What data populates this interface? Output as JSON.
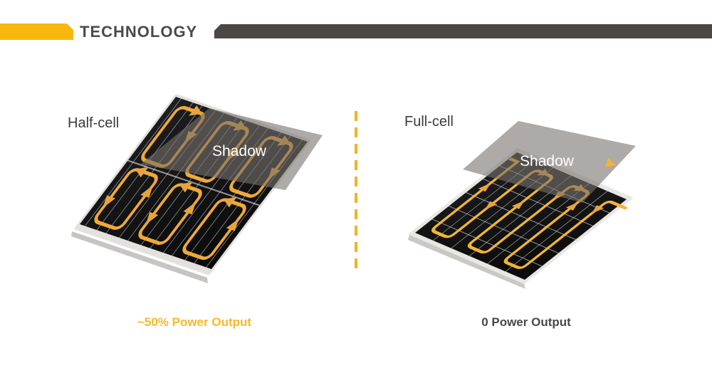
{
  "header": {
    "title": "TECHNOLOGY",
    "accent_color": "#F7B70D",
    "bar_color": "#4A4745"
  },
  "panels": {
    "left": {
      "label": "Half-cell",
      "shadow_label": "Shadow",
      "output_label": "~50% Power Output",
      "output_color": "#F6B927",
      "loop_color": "#EFA93A"
    },
    "right": {
      "label": "Full-cell",
      "shadow_label": "Shadow",
      "output_label": "0 Power Output",
      "output_color": "#4A4846",
      "loop_color": "#F2B535"
    }
  },
  "divider": {
    "color": "#F2B41F",
    "style": "dashed-vertical"
  },
  "colors": {
    "title_text": "#4C4A48",
    "label_text": "#3E3C3A",
    "panel_surface": "#131313",
    "panel_frame": "#E2E1DE",
    "shadow_overlay": "rgba(118,114,108,0.6)"
  }
}
